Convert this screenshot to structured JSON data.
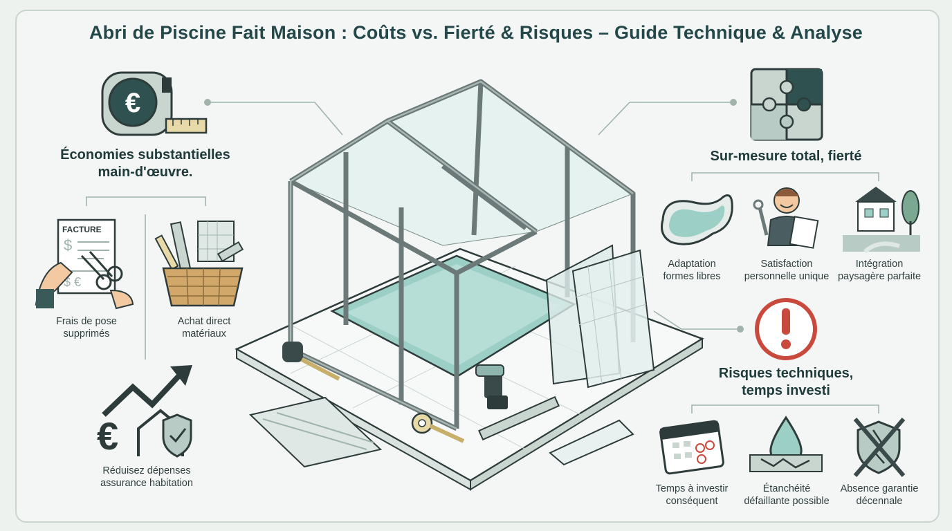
{
  "title": "Abri de Piscine Fait Maison : Coûts vs. Fierté & Risques – Guide Technique & Analyse",
  "left": {
    "heading_line1": "Économies substantielles",
    "heading_line2": "main-d'œuvre.",
    "invoice_word": "FACTURE",
    "items": [
      {
        "line1": "Frais de pose",
        "line2": "supprimés",
        "icon": "invoice-scissors-icon"
      },
      {
        "line1": "Achat direct",
        "line2": "matériaux",
        "icon": "materials-basket-icon"
      },
      {
        "line1": "Réduisez dépenses",
        "line2": "assurance habitation",
        "icon": "insurance-savings-icon"
      }
    ]
  },
  "right_top": {
    "heading": "Sur-mesure total, fierté",
    "items": [
      {
        "line1": "Adaptation",
        "line2": "formes libres",
        "icon": "freeform-pool-icon"
      },
      {
        "line1": "Satisfaction",
        "line2": "personnelle unique",
        "icon": "happy-diy-worker-icon"
      },
      {
        "line1": "Intégration",
        "line2": "paysagère parfaite",
        "icon": "house-landscape-icon"
      }
    ]
  },
  "right_bottom": {
    "heading_line1": "Risques techniques,",
    "heading_line2": "temps investi",
    "items": [
      {
        "line1": "Temps à investir",
        "line2": "conséquent",
        "icon": "calendar-icon"
      },
      {
        "line1": "Étanchéité",
        "line2": "défaillante possible",
        "icon": "water-drop-crack-icon"
      },
      {
        "line1": "Absence garantie",
        "line2": "décennale",
        "icon": "crossed-shield-icon"
      }
    ]
  },
  "colors": {
    "accent": "#24484a",
    "warning": "#c94a3d",
    "connector": "#9fb3ab",
    "glass": "#cfe3df",
    "water": "#9ccfc6"
  }
}
